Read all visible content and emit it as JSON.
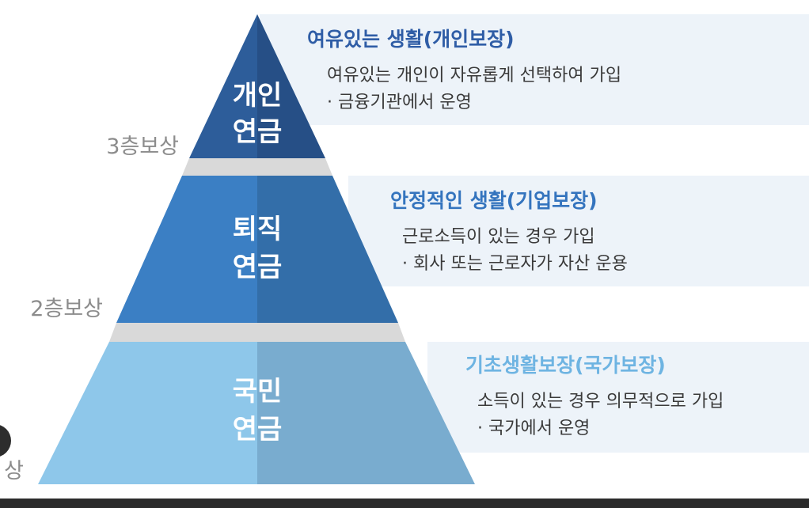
{
  "tiers": [
    {
      "label_line1": "개인",
      "label_line2": "연금",
      "level": "3층보상",
      "title": "여유있는 생활(개인보장)",
      "desc1": "여유있는 개인이 자유롭게 선택하여 가입",
      "desc2": "· 금융기관에서 운영",
      "color_left": "#2d5d9a",
      "color_right": "#264f86",
      "title_color": "#2f5da6"
    },
    {
      "label_line1": "퇴직",
      "label_line2": "연금",
      "level": "2층보상",
      "title": "안정적인 생활(기업보장)",
      "desc1": "근로소득이 있는 경우 가입",
      "desc2": "· 회사 또는 근로자가 자산 운용",
      "color_left": "#3b7fc4",
      "color_right": "#336ea9",
      "title_color": "#3474be"
    },
    {
      "label_line1": "국민",
      "label_line2": "연금",
      "level": "상",
      "title": "기초생활보장(국가보장)",
      "desc1": "소득이 있는 경우 의무적으로 가입",
      "desc2": "· 국가에서 운영",
      "color_left": "#8ec7ea",
      "color_right": "#79accf",
      "title_color": "#6eb4e2"
    }
  ]
}
